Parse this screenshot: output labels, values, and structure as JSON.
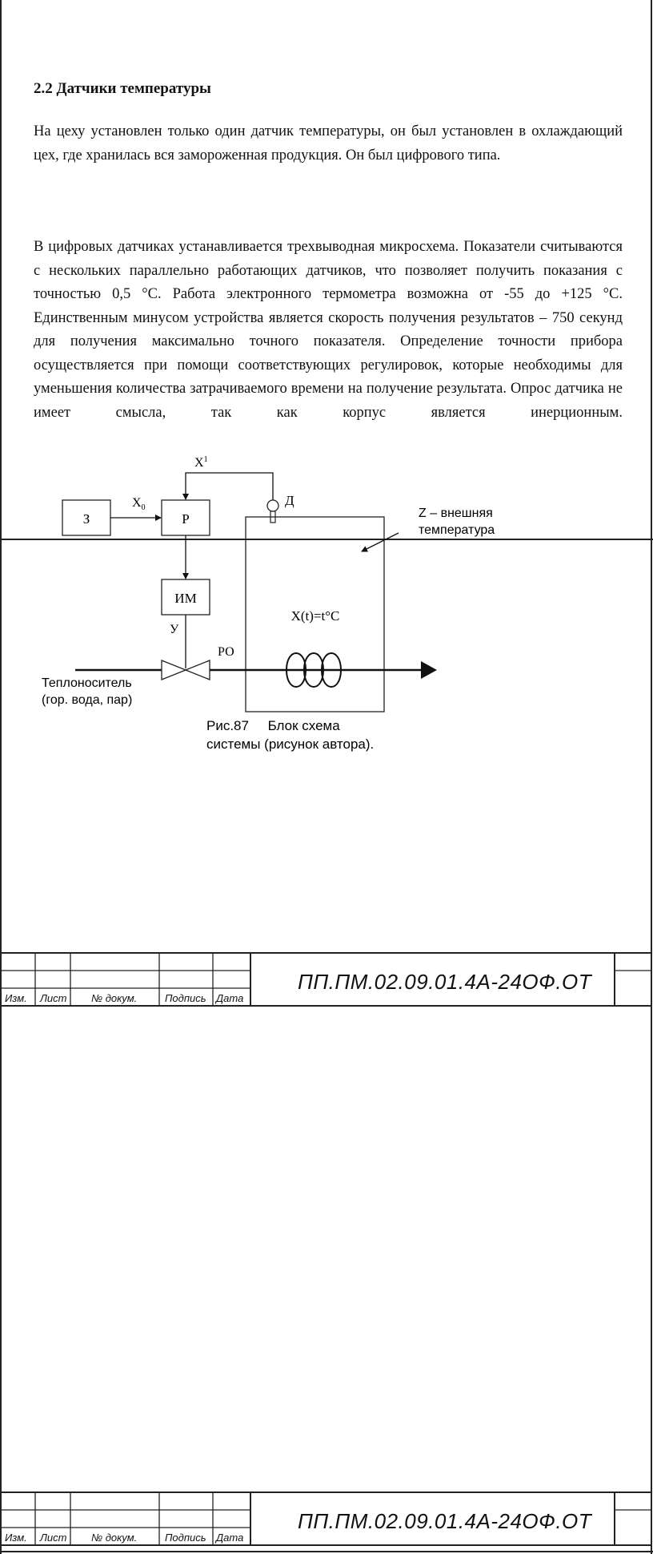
{
  "section": {
    "heading": "2.2 Датчики температуры",
    "paragraph1": "На цеху установлен только один датчик температуры, он был установлен в охлаждающий цех, где хранилась вся замороженная продукция. Он был цифрового типа.",
    "paragraph2": "В цифровых датчиках устанавливается трехвыводная микросхема. Показатели считываются с нескольких параллельно работающих датчиков, что позволяет получить показания с точностью 0,5 °С. Работа электронного термометра возможна от -55 до +125 °С. Единственным минусом устройства является скорость получения результатов – 750 секунд для получения максимально точного показателя. Определение точности прибора осуществляется при помощи соответствующих регулировок, которые необходимы для уменьшения количества затрачиваемого времени на получение результата. Опрос датчика не имеет смысла, так как корпус является инерционным."
  },
  "diagram": {
    "block_z": "З",
    "block_r": "Р",
    "block_im": "ИМ",
    "label_x0": "X",
    "label_x0_sub": "0",
    "label_x1": "X",
    "label_x1_sup": "1",
    "label_d": "Д",
    "label_u": "У",
    "label_po": "РО",
    "label_xt": "X(t)=t°C",
    "label_z_line1": "Z – внешняя",
    "label_z_line2": "температура",
    "label_heat_line1": "Теплоноситель",
    "label_heat_line2": "(гор. вода, пар)",
    "caption_line1": "Рис.87     Блок схема",
    "caption_line2": "системы (рисунок автора)."
  },
  "stamp": {
    "headers": [
      "Изм.",
      "Лист",
      "№ докум.",
      "Подпись",
      "Дата"
    ],
    "doc_code": "ПП.ПМ.02.09.01.4А-24ОФ.ОТ"
  }
}
